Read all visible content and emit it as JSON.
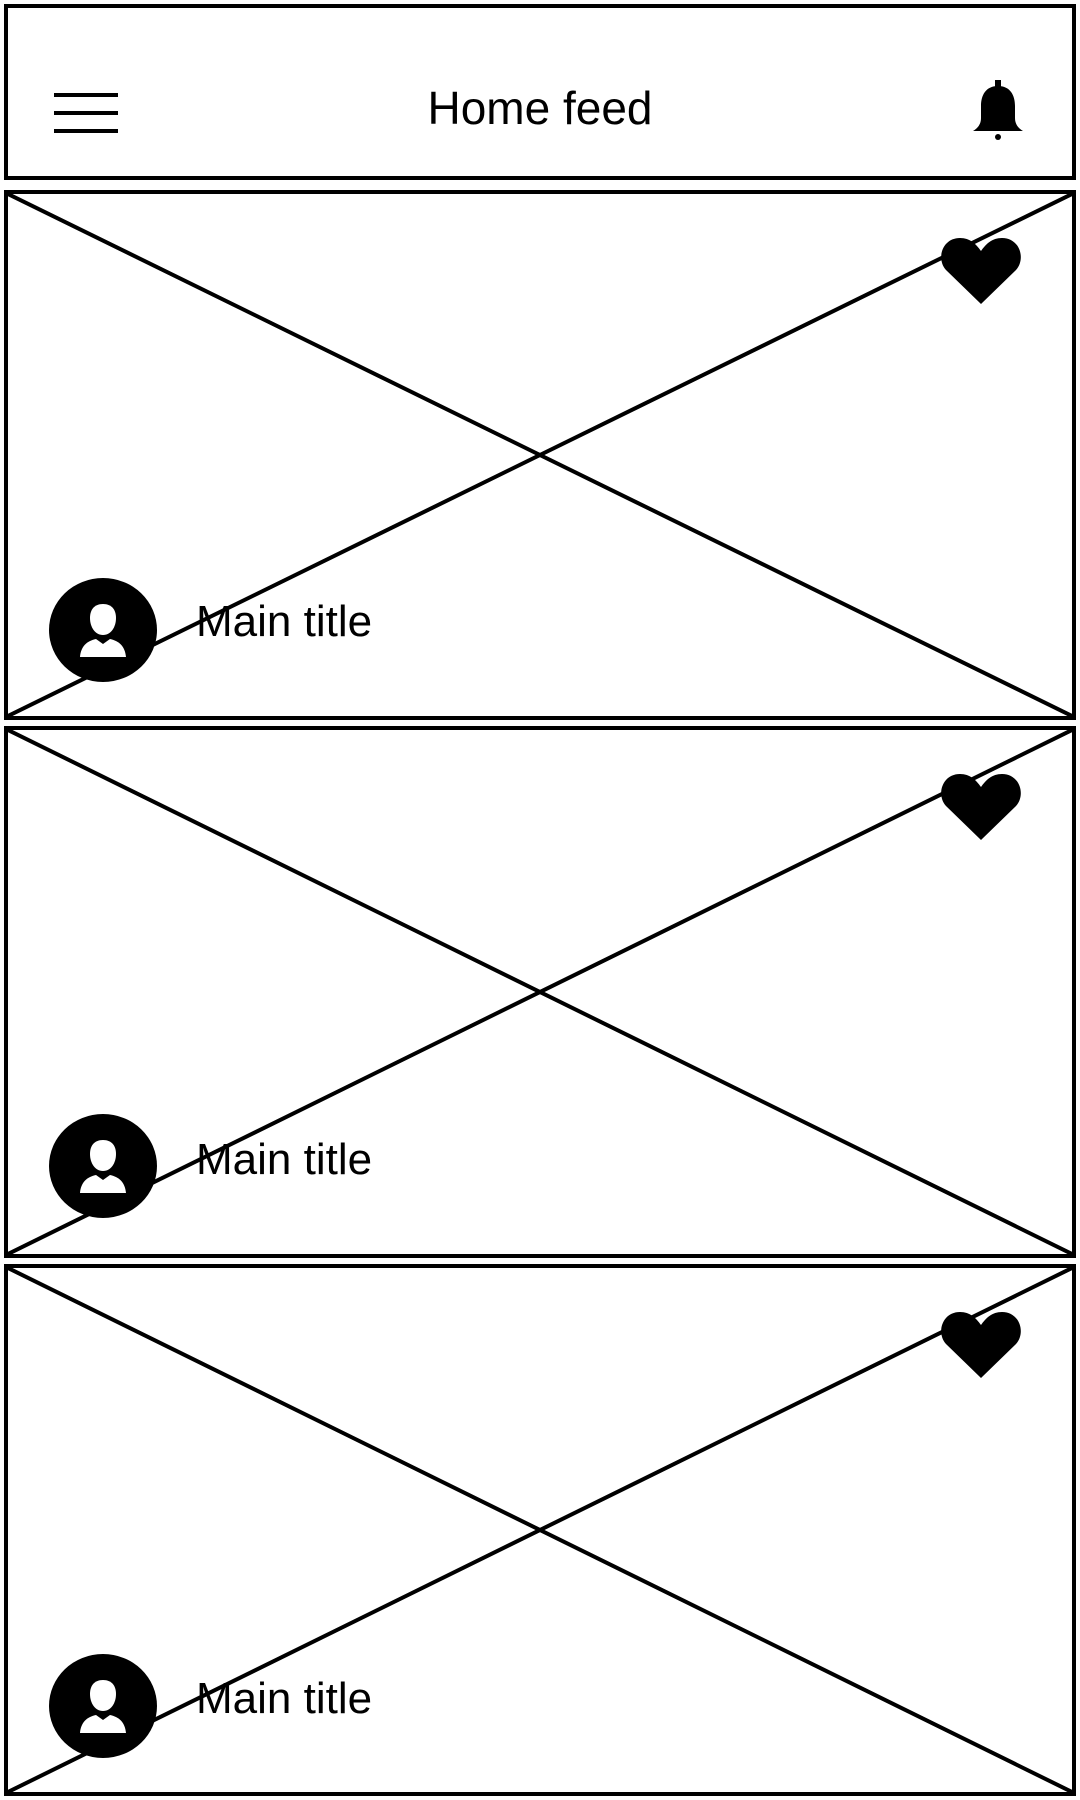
{
  "header": {
    "title": "Home feed",
    "menu_icon": "hamburger-menu-icon",
    "notifications_icon": "bell-icon"
  },
  "feed": {
    "items": [
      {
        "title": "Main title",
        "avatar_icon": "user-icon",
        "like_icon": "heart-icon"
      },
      {
        "title": "Main title",
        "avatar_icon": "user-icon",
        "like_icon": "heart-icon"
      },
      {
        "title": "Main title",
        "avatar_icon": "user-icon",
        "like_icon": "heart-icon"
      }
    ]
  }
}
